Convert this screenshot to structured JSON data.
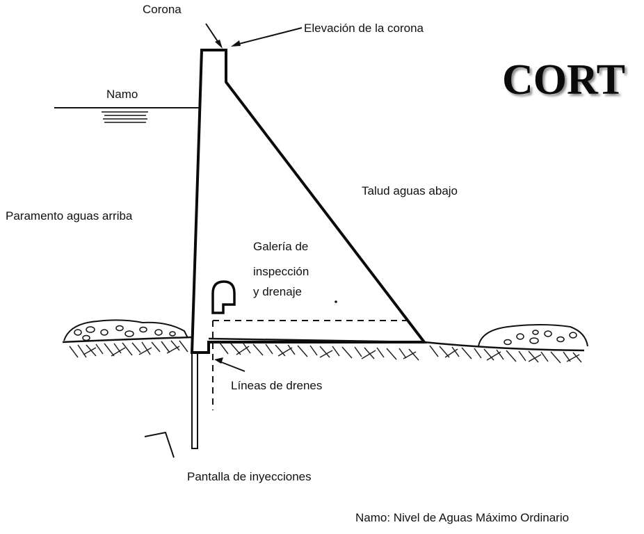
{
  "title": "CORT",
  "labels": {
    "corona": "Corona",
    "elevacion_corona": "Elevación de la corona",
    "namo": "Namo",
    "talud": "Talud aguas abajo",
    "paramento": "Paramento aguas arriba",
    "galeria_1": "Galería de",
    "galeria_2": "inspección",
    "galeria_3": "y drenaje",
    "drenes": "Líneas de drenes",
    "pantalla": "Pantalla de inyecciones",
    "footnote": "Namo: Nivel de Aguas Máximo Ordinario"
  }
}
